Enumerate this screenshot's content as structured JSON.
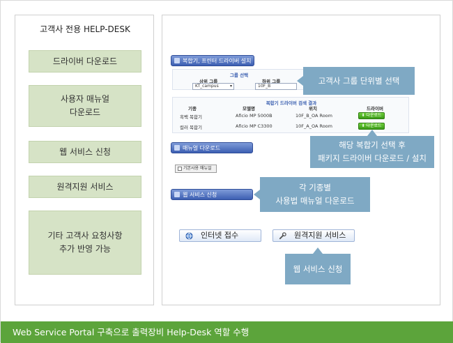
{
  "left_panel": {
    "title": "고객사 전용 HELP-DESK",
    "items": [
      {
        "label": "드라이버 다운로드"
      },
      {
        "label": "사용자 매뉴얼\n다운로드"
      },
      {
        "label": "웹 서비스 신청"
      },
      {
        "label": "원격지원 서비스"
      },
      {
        "label": "기타 고객사 요청사항\n추가 반영 가능"
      }
    ]
  },
  "screenshot": {
    "tab1_label": "복합기, 프린터 드라이버 설치",
    "group_select_title": "그룹 선택",
    "col_parent_group": "상위 그룹",
    "col_child_group": "하위 그룹",
    "parent_group_value": "KT_campus",
    "child_group_value": "10F_B",
    "result_title": "복합기 드라이버 검색 결과",
    "result_headers": [
      "기종",
      "모델명",
      "위치",
      "드라이버"
    ],
    "result_rows": [
      {
        "type": "흑백 복합기",
        "model": "Aficio MP 5000B",
        "location": "10F_B_OA Room",
        "action": "다운로드"
      },
      {
        "type": "컬러 복합기",
        "model": "Aficio MP C3300",
        "location": "10F_A_OA Room",
        "action": "다운로드"
      }
    ],
    "tab2_label": "매뉴얼 다운로드",
    "manual_button": "기본사용 매뉴얼",
    "tab3_label": "웹 서비스 신청",
    "internet_button": "인터넷 접수",
    "remote_button": "원격지원 서비스"
  },
  "callouts": {
    "group_select": "고객사 그룹 단위별 선택",
    "driver_install": "해당 복합기 선택 후\n패키지 드라이버 다운로드 / 설치",
    "manual": "각 기종별\n사용법 매뉴얼 다운로드",
    "web_service": "웹 서비스 신청"
  },
  "footer": {
    "text": "Web Service Portal 구축으로 출력장비 Help-Desk 역할 수행"
  },
  "colors": {
    "menu_bg": "#d6e3c6",
    "callout_bg": "#7fa9c4",
    "footer_bg": "#5ca43b",
    "tab_blue": "#3d5fb2",
    "download_green": "#3b9a18"
  }
}
